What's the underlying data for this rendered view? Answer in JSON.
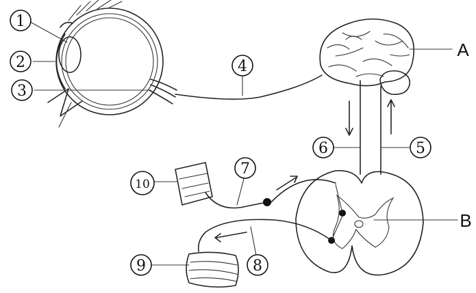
{
  "labels": {
    "l1": "1",
    "l2": "2",
    "l3": "3",
    "l4": "4",
    "l5": "5",
    "l6": "6",
    "l7": "7",
    "l8": "8",
    "l9": "9",
    "l10": "10",
    "A": "A",
    "B": "B"
  }
}
